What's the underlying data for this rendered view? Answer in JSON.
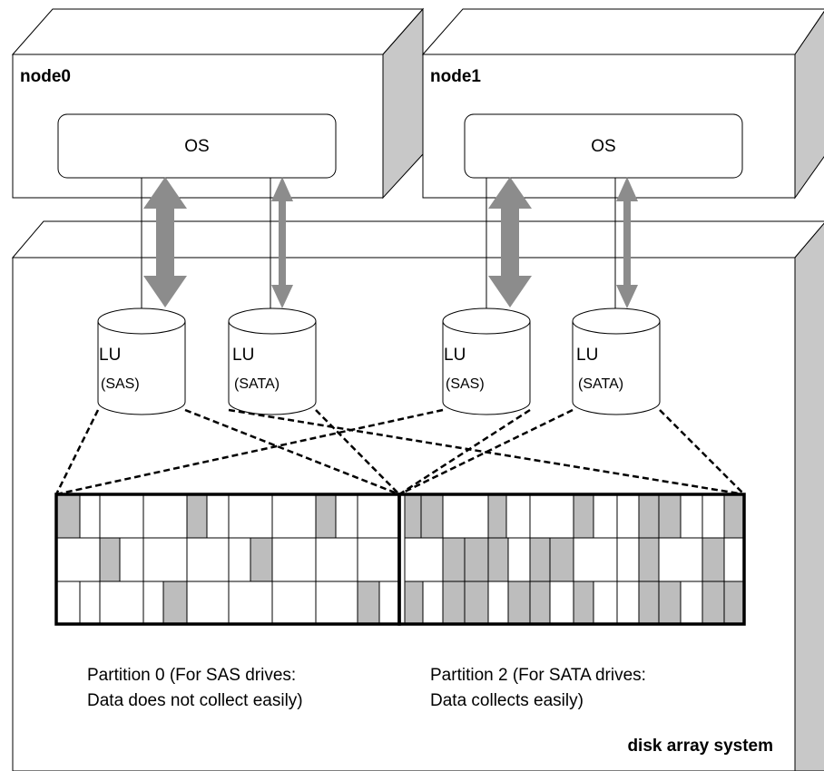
{
  "colors": {
    "box_side": "#c8c8c8",
    "arrow": "#8c8c8c",
    "cell_gray": "#bdbdbd",
    "line": "#000000",
    "background": "#ffffff"
  },
  "nodes": [
    {
      "label": "node0",
      "os_label": "OS"
    },
    {
      "label": "node1",
      "os_label": "OS"
    }
  ],
  "storage": {
    "label": "disk array system"
  },
  "lus": [
    {
      "label": "LU",
      "type": "(SAS)"
    },
    {
      "label": "LU",
      "type": "(SATA)"
    },
    {
      "label": "LU",
      "type": "(SAS)"
    },
    {
      "label": "LU",
      "type": "(SATA)"
    }
  ],
  "partitions": [
    {
      "line1": "Partition 0 (For SAS drives:",
      "line2": "Data does not collect easily)"
    },
    {
      "line1": "Partition 2 (For SATA drives:",
      "line2": "Data collects easily)"
    }
  ]
}
